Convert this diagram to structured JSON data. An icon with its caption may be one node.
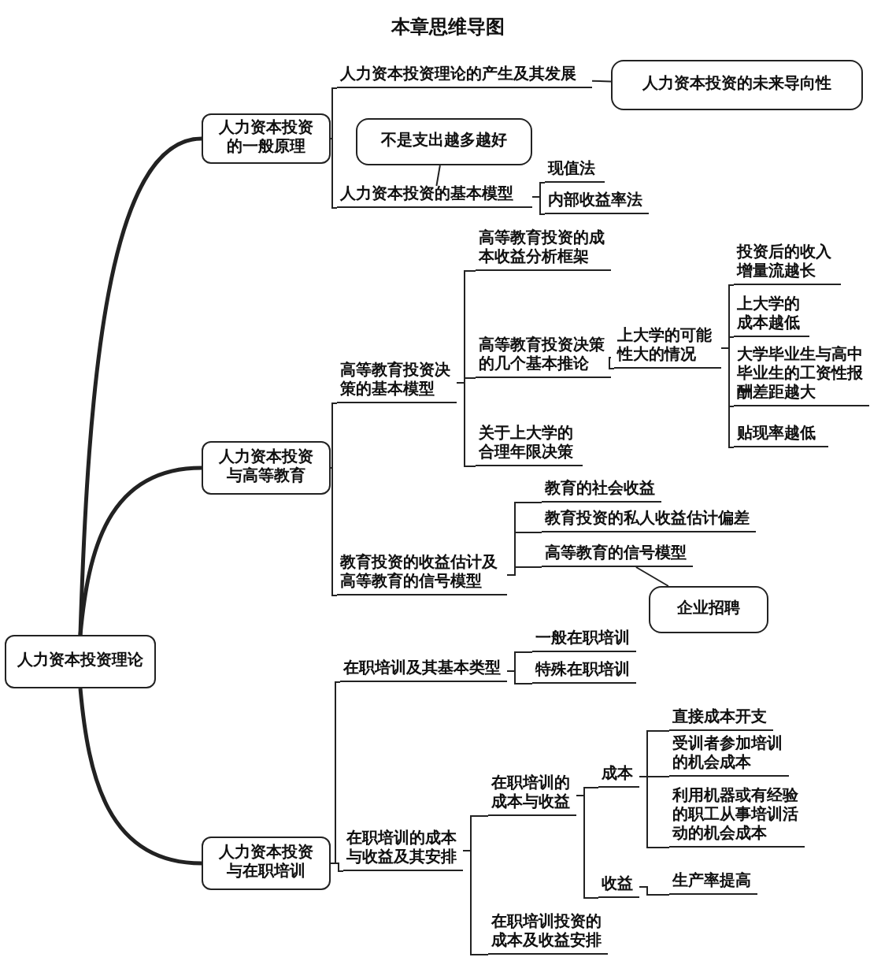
{
  "diagram": {
    "title": "本章思维导图",
    "nodes": [
      {
        "text": [
          "人力资本投资理论"
        ]
      },
      {
        "text": [
          "人力资本投资的一般原理"
        ]
      },
      {
        "text": [
          "人力资本投资理论的产生及其发展"
        ]
      },
      {
        "text": [
          "人力资本投资的未来导向性"
        ]
      },
      {
        "text": [
          "不是支出越多越好"
        ]
      },
      {
        "text": [
          "人力资本投资的基本模型"
        ]
      },
      {
        "text": [
          "现值法"
        ]
      },
      {
        "text": [
          "内部收益率法"
        ]
      },
      {
        "text": [
          "人力资本投资与高等教育"
        ]
      },
      {
        "text": [
          "高等教育投资决策的基本模型"
        ]
      },
      {
        "text": [
          "高等教育投资的成本收益分析框架"
        ]
      },
      {
        "text": [
          "高等教育投资决策的几个基本推论"
        ]
      },
      {
        "text": [
          "上大学的可能性大的情况"
        ]
      },
      {
        "text": [
          "投资后的收入增量流越长"
        ]
      },
      {
        "text": [
          "上大学的成本越低"
        ]
      },
      {
        "text": [
          "大学毕业生与高中毕业生的工资性报酬差距越大"
        ]
      },
      {
        "text": [
          "贴现率越低"
        ]
      },
      {
        "text": [
          "关于上大学的合理年限决策"
        ]
      },
      {
        "text": [
          "教育投资的收益估计及高等教育的信号模型"
        ]
      },
      {
        "text": [
          "教育的社会收益"
        ]
      },
      {
        "text": [
          "教育投资的私人收益估计偏差"
        ]
      },
      {
        "text": [
          "高等教育的信号模型"
        ]
      },
      {
        "text": [
          "企业招聘"
        ]
      },
      {
        "text": [
          "人力资本投资与在职培训"
        ]
      },
      {
        "text": [
          "在职培训及其基本类型"
        ]
      },
      {
        "text": [
          "一般在职培训"
        ]
      },
      {
        "text": [
          "特殊在职培训"
        ]
      },
      {
        "text": [
          "在职培训的成本与收益及其安排"
        ]
      },
      {
        "text": [
          "在职培训的成本与收益"
        ]
      },
      {
        "text": [
          "成本"
        ]
      },
      {
        "text": [
          "直接成本开支"
        ]
      },
      {
        "text": [
          "受训者参加培训的机会成本"
        ]
      },
      {
        "text": [
          "利用机器或有经验的职工从事培训活动的机会成本"
        ]
      },
      {
        "text": [
          "收益"
        ]
      },
      {
        "text": [
          "生产率提高"
        ]
      },
      {
        "text": [
          "在职培训投资的成本及收益安排"
        ]
      }
    ],
    "edges": [
      {
        "from": 0,
        "to": 1,
        "arrow": "none",
        "style": "thick"
      },
      {
        "from": 0,
        "to": 8,
        "arrow": "none",
        "style": "thick"
      },
      {
        "from": 0,
        "to": 23,
        "arrow": "none",
        "style": "thick"
      },
      {
        "from": 1,
        "to": 2,
        "arrow": "none"
      },
      {
        "from": 1,
        "to": 5,
        "arrow": "none"
      },
      {
        "from": 2,
        "to": 3,
        "arrow": "none"
      },
      {
        "from": 5,
        "to": 4,
        "arrow": "none"
      },
      {
        "from": 5,
        "to": 6,
        "arrow": "none"
      },
      {
        "from": 5,
        "to": 7,
        "arrow": "none"
      },
      {
        "from": 8,
        "to": 9,
        "arrow": "none"
      },
      {
        "from": 8,
        "to": 18,
        "arrow": "none"
      },
      {
        "from": 9,
        "to": 10,
        "arrow": "none"
      },
      {
        "from": 9,
        "to": 11,
        "arrow": "none"
      },
      {
        "from": 9,
        "to": 17,
        "arrow": "none"
      },
      {
        "from": 11,
        "to": 12,
        "arrow": "none"
      },
      {
        "from": 12,
        "to": 13,
        "arrow": "none"
      },
      {
        "from": 12,
        "to": 14,
        "arrow": "none"
      },
      {
        "from": 12,
        "to": 15,
        "arrow": "none"
      },
      {
        "from": 12,
        "to": 16,
        "arrow": "none"
      },
      {
        "from": 18,
        "to": 19,
        "arrow": "none"
      },
      {
        "from": 18,
        "to": 20,
        "arrow": "none"
      },
      {
        "from": 18,
        "to": 21,
        "arrow": "none"
      },
      {
        "from": 21,
        "to": 22,
        "arrow": "none"
      },
      {
        "from": 23,
        "to": 24,
        "arrow": "none"
      },
      {
        "from": 23,
        "to": 27,
        "arrow": "none"
      },
      {
        "from": 24,
        "to": 25,
        "arrow": "none"
      },
      {
        "from": 24,
        "to": 26,
        "arrow": "none"
      },
      {
        "from": 27,
        "to": 28,
        "arrow": "none"
      },
      {
        "from": 27,
        "to": 35,
        "arrow": "none"
      },
      {
        "from": 28,
        "to": 29,
        "arrow": "none"
      },
      {
        "from": 28,
        "to": 33,
        "arrow": "none"
      },
      {
        "from": 29,
        "to": 30,
        "arrow": "none"
      },
      {
        "from": 29,
        "to": 31,
        "arrow": "none"
      },
      {
        "from": 29,
        "to": 32,
        "arrow": "none"
      },
      {
        "from": 33,
        "to": 34,
        "arrow": "none"
      }
    ]
  }
}
